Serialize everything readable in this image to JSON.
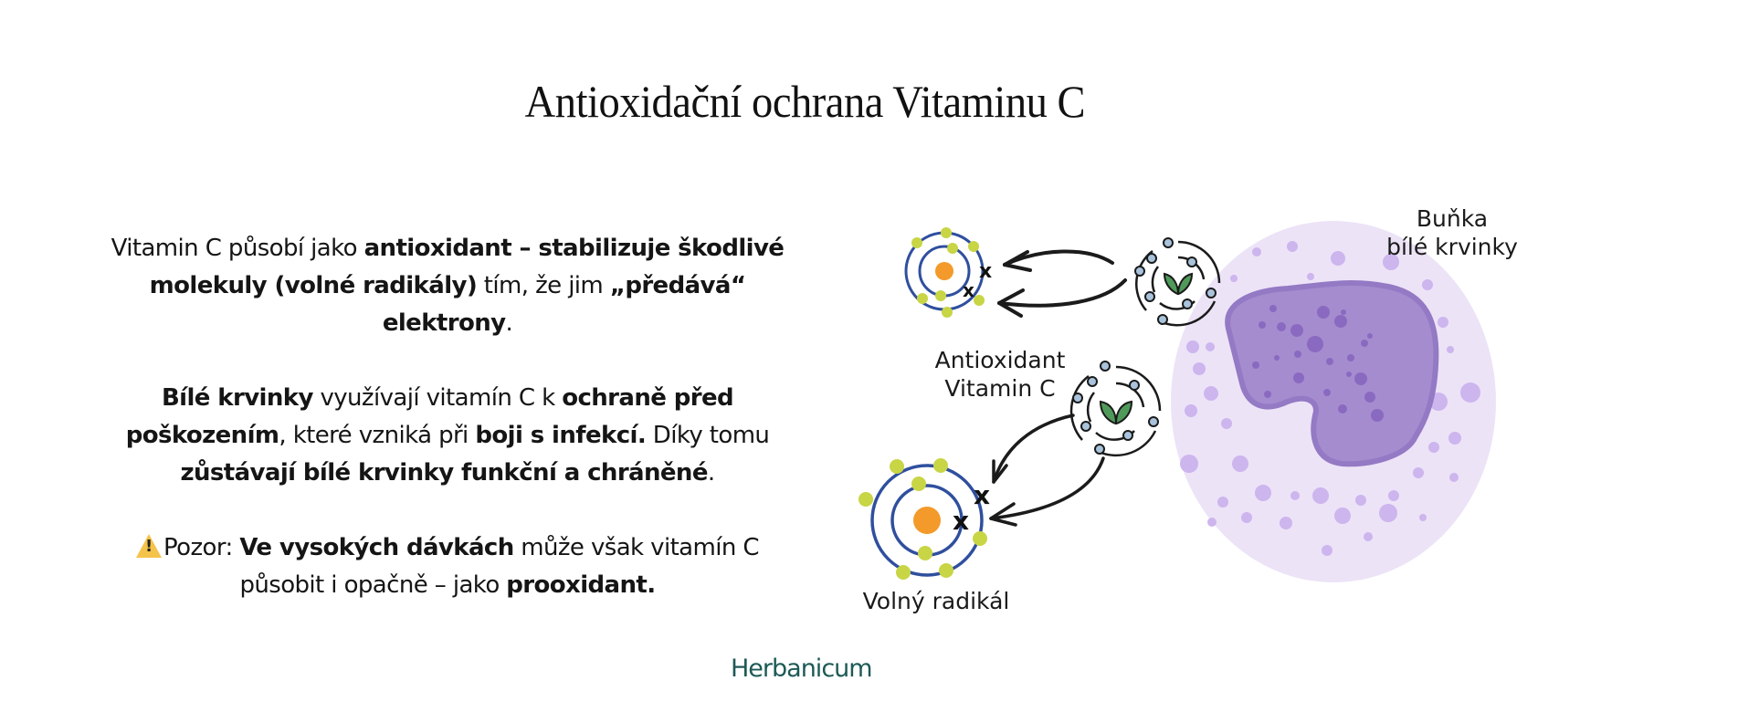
{
  "title": "Antioxidační ochrana Vitaminu C",
  "paragraphs": [
    [
      {
        "t": "Vitamin C působí jako ",
        "b": false
      },
      {
        "t": "antioxidant – stabilizuje škodlivé molekuly (volné radikály)",
        "b": true
      },
      {
        "t": " tím, že jim ",
        "b": false
      },
      {
        "t": "„předává“ elektrony",
        "b": true
      },
      {
        "t": ".",
        "b": false
      }
    ],
    [
      {
        "t": "Bílé krvinky",
        "b": true
      },
      {
        "t": " využívají vitamín C k ",
        "b": false
      },
      {
        "t": "ochraně před poškozením",
        "b": true
      },
      {
        "t": ", které vzniká při ",
        "b": false
      },
      {
        "t": "boji s infekcí.",
        "b": true
      },
      {
        "t": " Díky tomu ",
        "b": false
      },
      {
        "t": "zůstávají bílé krvinky funkční a chráněné",
        "b": true
      },
      {
        "t": ".",
        "b": false
      }
    ],
    [
      {
        "t": "Pozor: ",
        "b": false
      },
      {
        "t": "Ve vysokých dávkách",
        "b": true
      },
      {
        "t": " může však vitamín C působit i opačně – jako ",
        "b": false
      },
      {
        "t": "prooxidant.",
        "b": true
      }
    ]
  ],
  "warning_icon": "warning-triangle-icon",
  "diagram": {
    "labels": {
      "cell": [
        "Buňka",
        "bílé krvinky"
      ],
      "antioxidant": [
        "Antioxidant",
        "Vitamin C"
      ],
      "radical": "Volný radikál"
    },
    "marks": {
      "missing_electron": "x"
    },
    "colors": {
      "cell_bg": "#ece3f7",
      "cell_dots": "#cdb5ee",
      "nucleus": "#a58ccf",
      "nucleus_edge": "#9479c4",
      "nucleus_dots": "#8a6ac0",
      "orbit": "#2f4f9e",
      "electron": "#c8d545",
      "proton": "#f39a2a",
      "vitc_orbit": "#1b1b1b",
      "vitc_electron": "#a9c3dc",
      "leaf": "#4f9a5a",
      "arrow": "#1b1b1b"
    }
  },
  "logo": "Herbanicum"
}
